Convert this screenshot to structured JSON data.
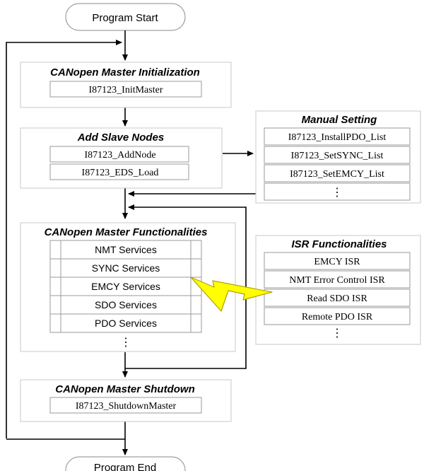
{
  "terminals": {
    "start": "Program Start",
    "end": "Program End"
  },
  "init": {
    "title": "CANopen Master Initialization",
    "items": [
      "I87123_InitMaster"
    ]
  },
  "add_slaves": {
    "title": "Add Slave Nodes",
    "items": [
      "I87123_AddNode",
      "I87123_EDS_Load"
    ]
  },
  "manual": {
    "title": "Manual Setting",
    "items": [
      "I87123_InstallPDO_List",
      "I87123_SetSYNC_List",
      "I87123_SetEMCY_List",
      "⋮"
    ]
  },
  "functionalities": {
    "title": "CANopen Master Functionalities",
    "items": [
      "NMT Services",
      "SYNC Services",
      "EMCY Services",
      "SDO Services",
      "PDO Services",
      "⋮"
    ]
  },
  "isr": {
    "title": "ISR Functionalities",
    "items": [
      "EMCY ISR",
      "NMT Error Control ISR",
      "Read SDO ISR",
      "Remote PDO ISR",
      "⋮"
    ]
  },
  "shutdown": {
    "title": "CANopen Master Shutdown",
    "items": [
      "I87123_ShutdownMaster"
    ]
  },
  "colors": {
    "box_border": "#c8c8c8",
    "lightning_fill": "#ffff00",
    "lightning_stroke": "#b5a000"
  }
}
